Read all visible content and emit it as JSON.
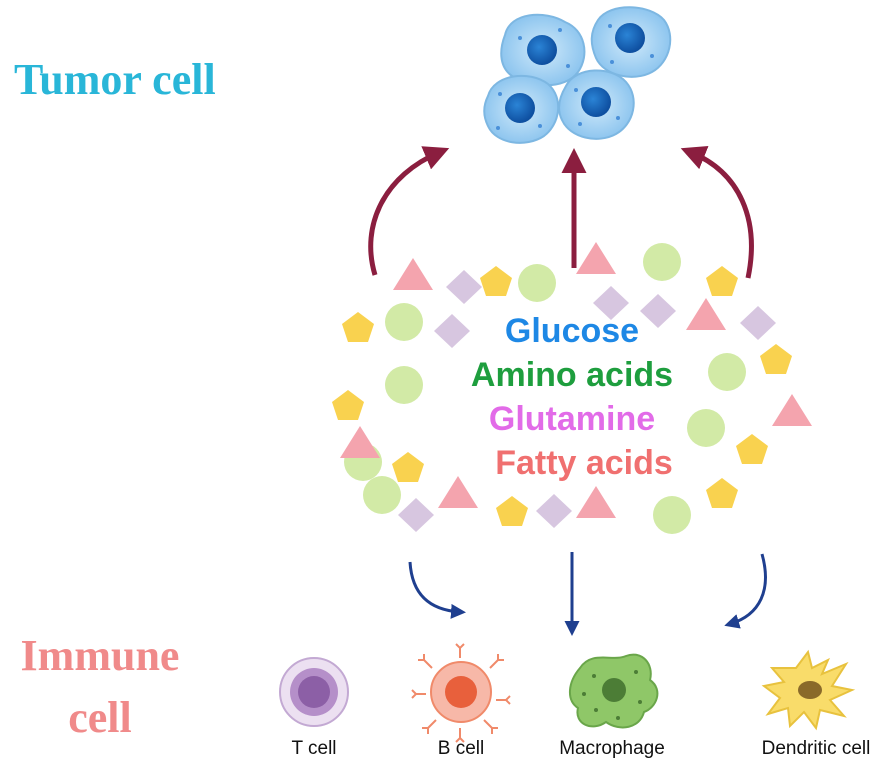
{
  "titles": {
    "tumor": "Tumor cell",
    "immune_line1": "Immune",
    "immune_line2": "cell"
  },
  "nutrients": [
    {
      "label": "Glucose",
      "color": "#1e88e5"
    },
    {
      "label": "Amino acids",
      "color": "#1e9e3e"
    },
    {
      "label": "Glutamine",
      "color": "#e26be8"
    },
    {
      "label": "Fatty acids",
      "color": "#f07070"
    }
  ],
  "immune_cells": [
    {
      "label": "T cell",
      "icon": "t-cell-icon"
    },
    {
      "label": "B cell",
      "icon": "b-cell-icon"
    },
    {
      "label": "Macrophage",
      "icon": "macrophage-icon"
    },
    {
      "label": "Dendritic cell",
      "icon": "dendritic-cell-icon"
    }
  ],
  "colors": {
    "tumor_title": "#29b6d8",
    "immune_title": "#f08a8a",
    "upward_arrows": "#8b1e3f",
    "downward_arrows": "#1f3f8f",
    "triangle": "#f4a4ae",
    "diamond": "#d7c6e0",
    "pentagon": "#f9d24f",
    "circle": "#d2eaa6"
  }
}
